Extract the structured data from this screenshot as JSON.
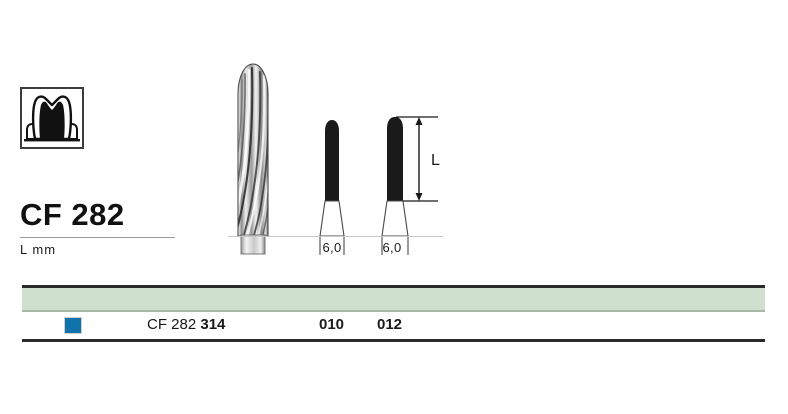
{
  "product": {
    "title": "CF 282",
    "length_unit_label": "L mm",
    "indication_icon": "molar-tooth-icon"
  },
  "drawing": {
    "magnified_bur_name": "magnified-bur-illustration",
    "dimension_label": "L",
    "burs": [
      {
        "shank_length": "6,0",
        "iso_size": "010"
      },
      {
        "shank_length": "6,0",
        "iso_size": "012"
      }
    ]
  },
  "reference_row": {
    "color_swatch": "#1073ab",
    "band_color": "#cfe0cf",
    "code_prefix": "CF 282 ",
    "iso_shank": "314",
    "sizes": [
      "010",
      "012"
    ]
  }
}
